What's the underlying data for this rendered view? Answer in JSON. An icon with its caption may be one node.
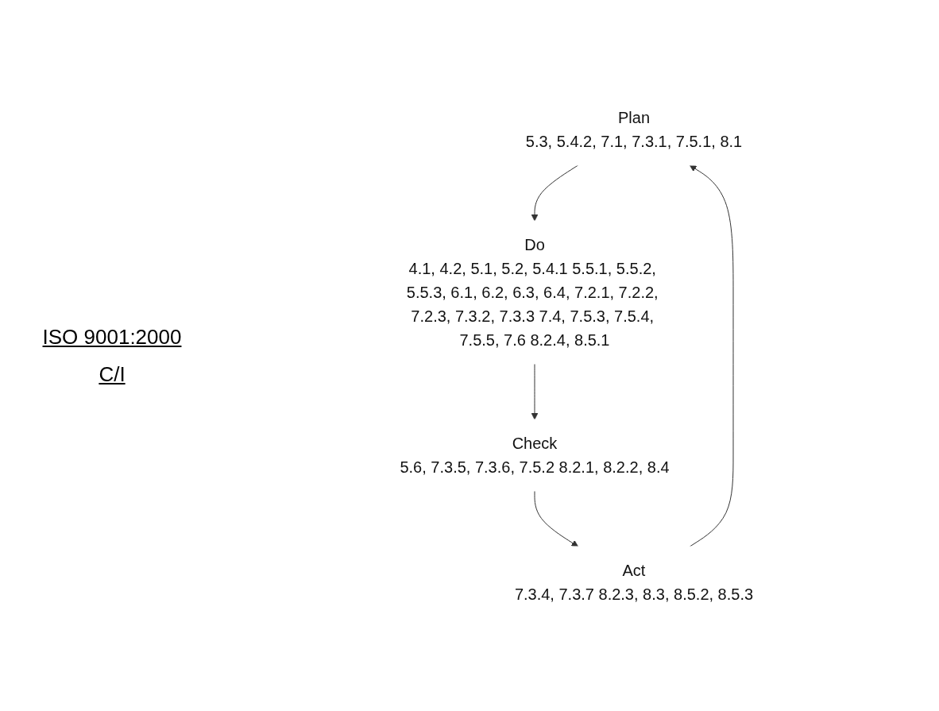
{
  "diagram": {
    "nodes": [
      {
        "text": [
          "Plan",
          "5.3, 5.4.2, 7.1, 7.3.1, 7.5.1, 8.1"
        ]
      },
      {
        "text": [
          "Do",
          "4.1, 4.2, 5.1, 5.2, 5.4.1 5.5.1, 5.5.2, 5.5.3, 6.1, 6.2, 6.3, 6.4, 7.2.1, 7.2.2, 7.2.3, 7.3.2, 7.3.3 7.4, 7.5.3, 7.5.4, 7.5.5, 7.6 8.2.4, 8.5.1"
        ]
      },
      {
        "text": [
          "Check",
          "5.6, 7.3.5, 7.3.6, 7.5.2 8.2.1, 8.2.2, 8.4"
        ]
      },
      {
        "text": [
          "Act",
          "7.3.4, 7.3.7 8.2.3, 8.3, 8.5.2, 8.5.3"
        ]
      }
    ],
    "edges": [
      {
        "from": 3,
        "to": 0,
        "arrow": "to"
      },
      {
        "from": 0,
        "to": 1,
        "arrow": "to"
      },
      {
        "from": 1,
        "to": 2,
        "arrow": "to"
      },
      {
        "from": 2,
        "to": 3,
        "arrow": "to"
      }
    ],
    "labels": [
      "ISO 9001:2000",
      "C/I"
    ]
  }
}
